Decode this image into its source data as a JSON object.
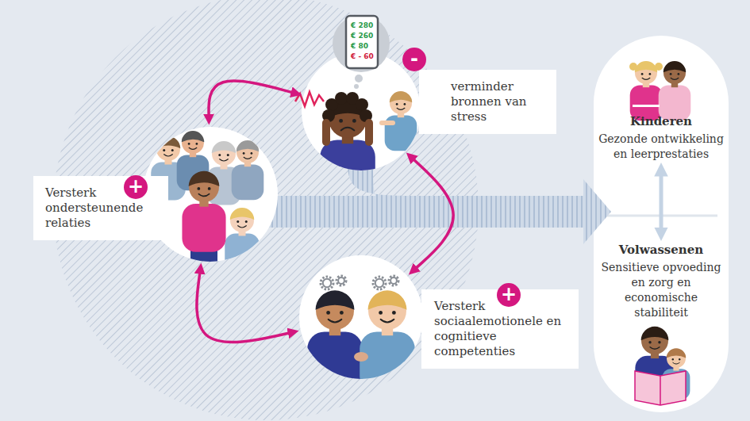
{
  "diagram": {
    "nodes": [
      {
        "text": [
          "Versterk ondersteunende relaties"
        ]
      },
      {
        "text": [
          "verminder bronnen van stress"
        ]
      },
      {
        "text": [
          "Versterk sociaalemotionele en cognitieve competenties"
        ]
      },
      {
        "text": [
          "Kinderen",
          "Gezonde ontwikkeling en leerprestaties"
        ]
      },
      {
        "text": [
          "Volwassenen",
          "Sensitieve opvoeding en zorg en economische stabiliteit"
        ]
      }
    ],
    "edges": [
      {
        "from": 0,
        "to": 1,
        "arrow": "both"
      },
      {
        "from": 1,
        "to": 2,
        "arrow": "both"
      },
      {
        "from": 0,
        "to": 2,
        "arrow": "both"
      },
      {
        "from": 3,
        "to": 4,
        "arrow": "both"
      }
    ],
    "labels": [
      "€ 280",
      "€ 260",
      "€ 80",
      "€ - 60",
      "-",
      "+",
      "+"
    ]
  }
}
